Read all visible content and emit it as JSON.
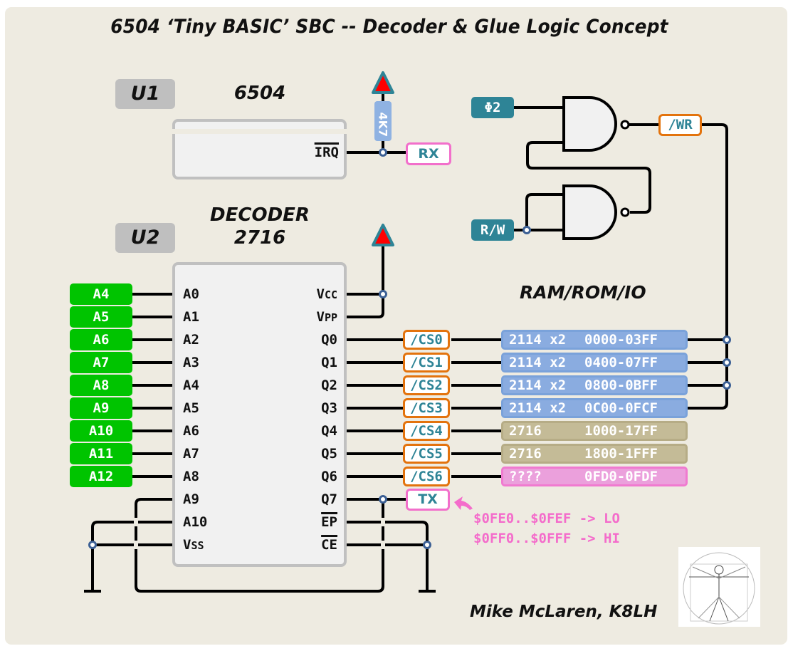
{
  "title": "6504 ‘Tiny BASIC’ SBC  --  Decoder & Glue Logic Concept",
  "colors": {
    "background": "#eeebe1",
    "address_label": "#00c400",
    "chip_select_border": "#e3730d",
    "signal_teal": "#2e8496",
    "ram_block": "#8aace0",
    "rom_block": "#c4bb97",
    "unknown_block": "#eba0dc",
    "note_pink": "#f46ccb",
    "power_arrow": "#ff0000"
  },
  "u1": {
    "tag": "U1",
    "name": "6504",
    "pin_irq": "IRQ",
    "pullup_resistor": "4K7",
    "rx_label": "RX"
  },
  "u2": {
    "tag": "U2",
    "name_line1": "DECODER",
    "name_line2": "2716",
    "left_pins": [
      "A0",
      "A1",
      "A2",
      "A3",
      "A4",
      "A5",
      "A6",
      "A7",
      "A8",
      "A9",
      "A10",
      "Vss"
    ],
    "right_pins": [
      "Vcc",
      "Vpp",
      "Q0",
      "Q1",
      "Q2",
      "Q3",
      "Q4",
      "Q5",
      "Q6",
      "Q7",
      "EP",
      "CE"
    ],
    "tx_label": "TX"
  },
  "address_inputs": [
    "A4",
    "A5",
    "A6",
    "A7",
    "A8",
    "A9",
    "A10",
    "A11",
    "A12"
  ],
  "chip_selects": [
    "/CS0",
    "/CS1",
    "/CS2",
    "/CS3",
    "/CS4",
    "/CS5",
    "/CS6"
  ],
  "memory_map_title": "RAM/ROM/IO",
  "memory_map": [
    {
      "device": "2114 x2",
      "range": "0000-03FF",
      "kind": "ram"
    },
    {
      "device": "2114 x2",
      "range": "0400-07FF",
      "kind": "ram"
    },
    {
      "device": "2114 x2",
      "range": "0800-0BFF",
      "kind": "ram"
    },
    {
      "device": "2114 x2",
      "range": "0C00-0FCF",
      "kind": "ram"
    },
    {
      "device": "2716",
      "range": "1000-17FF",
      "kind": "rom"
    },
    {
      "device": "2716",
      "range": "1800-1FFF",
      "kind": "rom"
    },
    {
      "device": "????",
      "range": "0FD0-0FDF",
      "kind": "unk"
    }
  ],
  "glue": {
    "phi2": "Φ2",
    "rw": "R/W",
    "wr": "/WR"
  },
  "tx_notes": [
    "$0FE0..$0FEF -> LO",
    "$0FF0..$0FFF -> HI"
  ],
  "author": "Mike McLaren, K8LH"
}
